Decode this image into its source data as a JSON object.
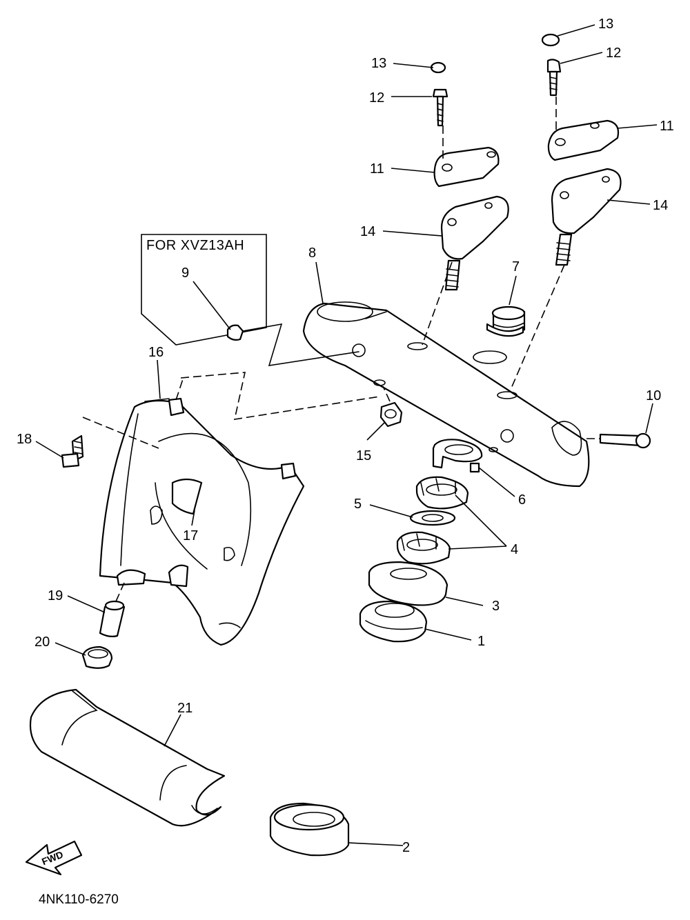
{
  "diagram": {
    "variant_note": "FOR XVZ13AH",
    "drawing_code": "4NK110-6270",
    "fwd_arrow_text": "FWD",
    "callouts": {
      "c1": "1",
      "c2": "2",
      "c3": "3",
      "c4": "4",
      "c5": "5",
      "c6": "6",
      "c7": "7",
      "c8": "8",
      "c9": "9",
      "c10": "10",
      "c11a": "11",
      "c11b": "11",
      "c12a": "12",
      "c12b": "12",
      "c13a": "13",
      "c13b": "13",
      "c14a": "14",
      "c14b": "14",
      "c15": "15",
      "c16": "16",
      "c17": "17",
      "c18": "18",
      "c19": "19",
      "c20": "20",
      "c21": "21"
    }
  }
}
